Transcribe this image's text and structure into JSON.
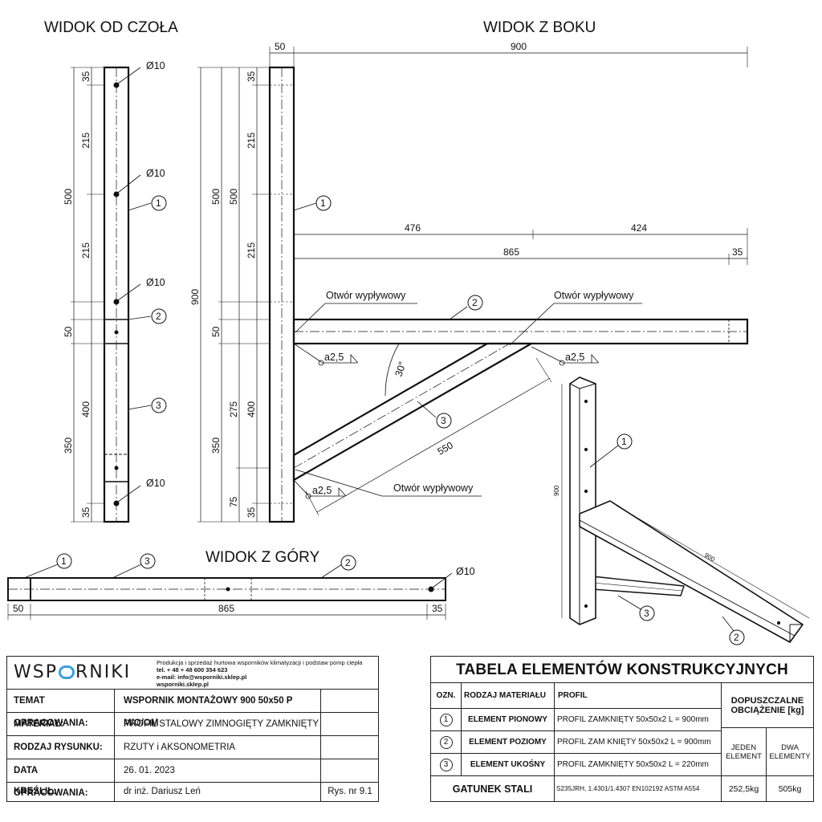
{
  "views": {
    "front": "WIDOK OD CZOŁA",
    "side": "WIDOK Z BOKU",
    "top": "WIDOK Z GÓRY"
  },
  "labels": {
    "hole": "Ø10",
    "outlet": "Otwór wypływowy",
    "weld": "a2,5",
    "angle": "30°"
  },
  "dimensions": {
    "d35": "35",
    "d215": "215",
    "d500": "500",
    "d50": "50",
    "d400": "400",
    "d350": "350",
    "d900": "900",
    "d275": "275",
    "d75": "75",
    "d476": "476",
    "d424": "424",
    "d865": "865",
    "d550": "550"
  },
  "callouts": {
    "c1": "1",
    "c2": "2",
    "c3": "3"
  },
  "axono": {
    "height_dim": "900",
    "length_dim": "900"
  },
  "titleblock": {
    "logo_left": "WSP",
    "logo_right": "RNIKI",
    "info_line1": "Produkcja i sprzedaż hurtowa wsporników klimatyzacji i podstaw pomp ciepła",
    "info_line2": "tel. + 48 + 48 600 354 623",
    "info_line3": "e-mail: info@wsporniki.sklep.pl",
    "info_line4": "wsporniki.sklep.pl",
    "rows": [
      {
        "key": "TEMAT OPRACOWANIA:",
        "value": "WSPORNIK MONTAŻOWY 900 50x50 P M/O/OM",
        "extra": ""
      },
      {
        "key": "MATERIAŁ:",
        "value": "PROFIL STALOWY ZIMNOGIĘTY ZAMKNIĘTY",
        "extra": ""
      },
      {
        "key": "RODZAJ RYSUNKU:",
        "value": "RZUTY i AKSONOMETRIA",
        "extra": ""
      },
      {
        "key": "DATA OPRACOWANIA:",
        "value": "26. 01. 2023",
        "extra": ""
      },
      {
        "key": "KREŚLIŁ:",
        "value": "dr inż. Dariusz Leń",
        "extra": "Rys. nr 9.1"
      }
    ]
  },
  "elements_table": {
    "title": "TABELA ELEMENTÓW KONSTRUKCYJNYCH",
    "headers": {
      "ozn": "OZN.",
      "material": "RODZAJ MATERIAŁU",
      "profil": "PROFIL",
      "load": "DOPUSZCZALNE OBCIĄŻENIE [kg]",
      "one": "JEDEN ELEMENT",
      "two": "DWA ELEMENTY"
    },
    "rows": [
      {
        "ozn": "1",
        "material": "ELEMENT PIONOWY",
        "profil": "PROFIL ZAMKNIĘTY 50x50x2 L = 900mm"
      },
      {
        "ozn": "2",
        "material": "ELEMENT POZIOMY",
        "profil": "PROFIL ZAM KNIĘTY 50x50x2 L = 900mm"
      },
      {
        "ozn": "3",
        "material": "ELEMENT UKOŚNY",
        "profil": "PROFIL ZAMKNIĘTY 50x50x2 L = 220mm"
      }
    ],
    "steel": {
      "label": "GATUNEK STALI",
      "value": "S235JRH, 1.4301/1.4307  EN102192 ASTM A554",
      "one": "252,5kg",
      "two": "505kg"
    }
  }
}
